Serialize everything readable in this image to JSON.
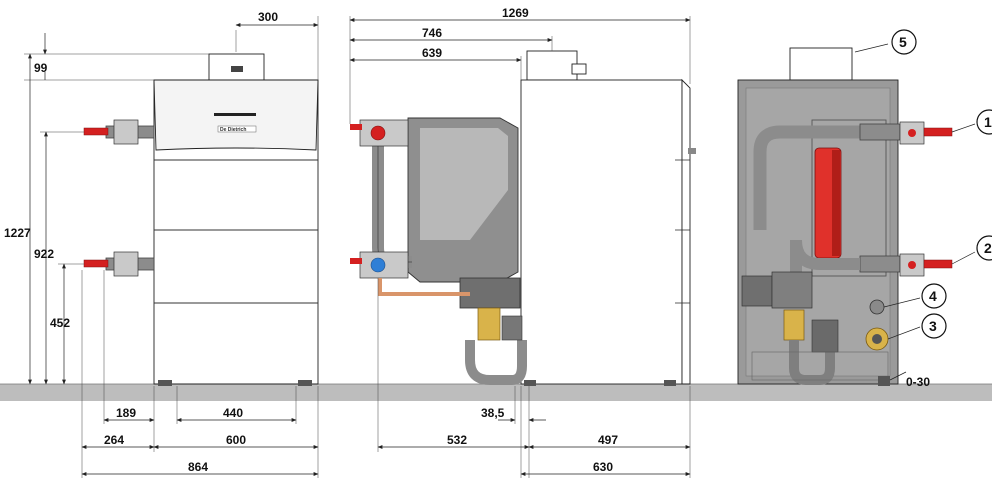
{
  "dimensions": {
    "d300": "300",
    "d99": "99",
    "d1227": "1227",
    "d922": "922",
    "d452": "452",
    "d189": "189",
    "d440": "440",
    "d264": "264",
    "d600": "600",
    "d864": "864",
    "d1269": "1269",
    "d746": "746",
    "d639": "639",
    "d38_5": "38,5",
    "d532": "532",
    "d497": "497",
    "d630": "630",
    "d0_30": "0-30"
  },
  "callouts": [
    "1",
    "2",
    "3",
    "4",
    "5"
  ],
  "colors": {
    "ground": "#bdbdbd",
    "casing": "#ffffff",
    "rear_panel": "#9a9a9a",
    "heat_exchanger": "#e0312b",
    "valve_handle": "#d42020",
    "return_marker": "#2f7fd6",
    "brass": "#d9b34a",
    "copper": "#d9956a",
    "burner_housing": "#8f8f8f"
  }
}
